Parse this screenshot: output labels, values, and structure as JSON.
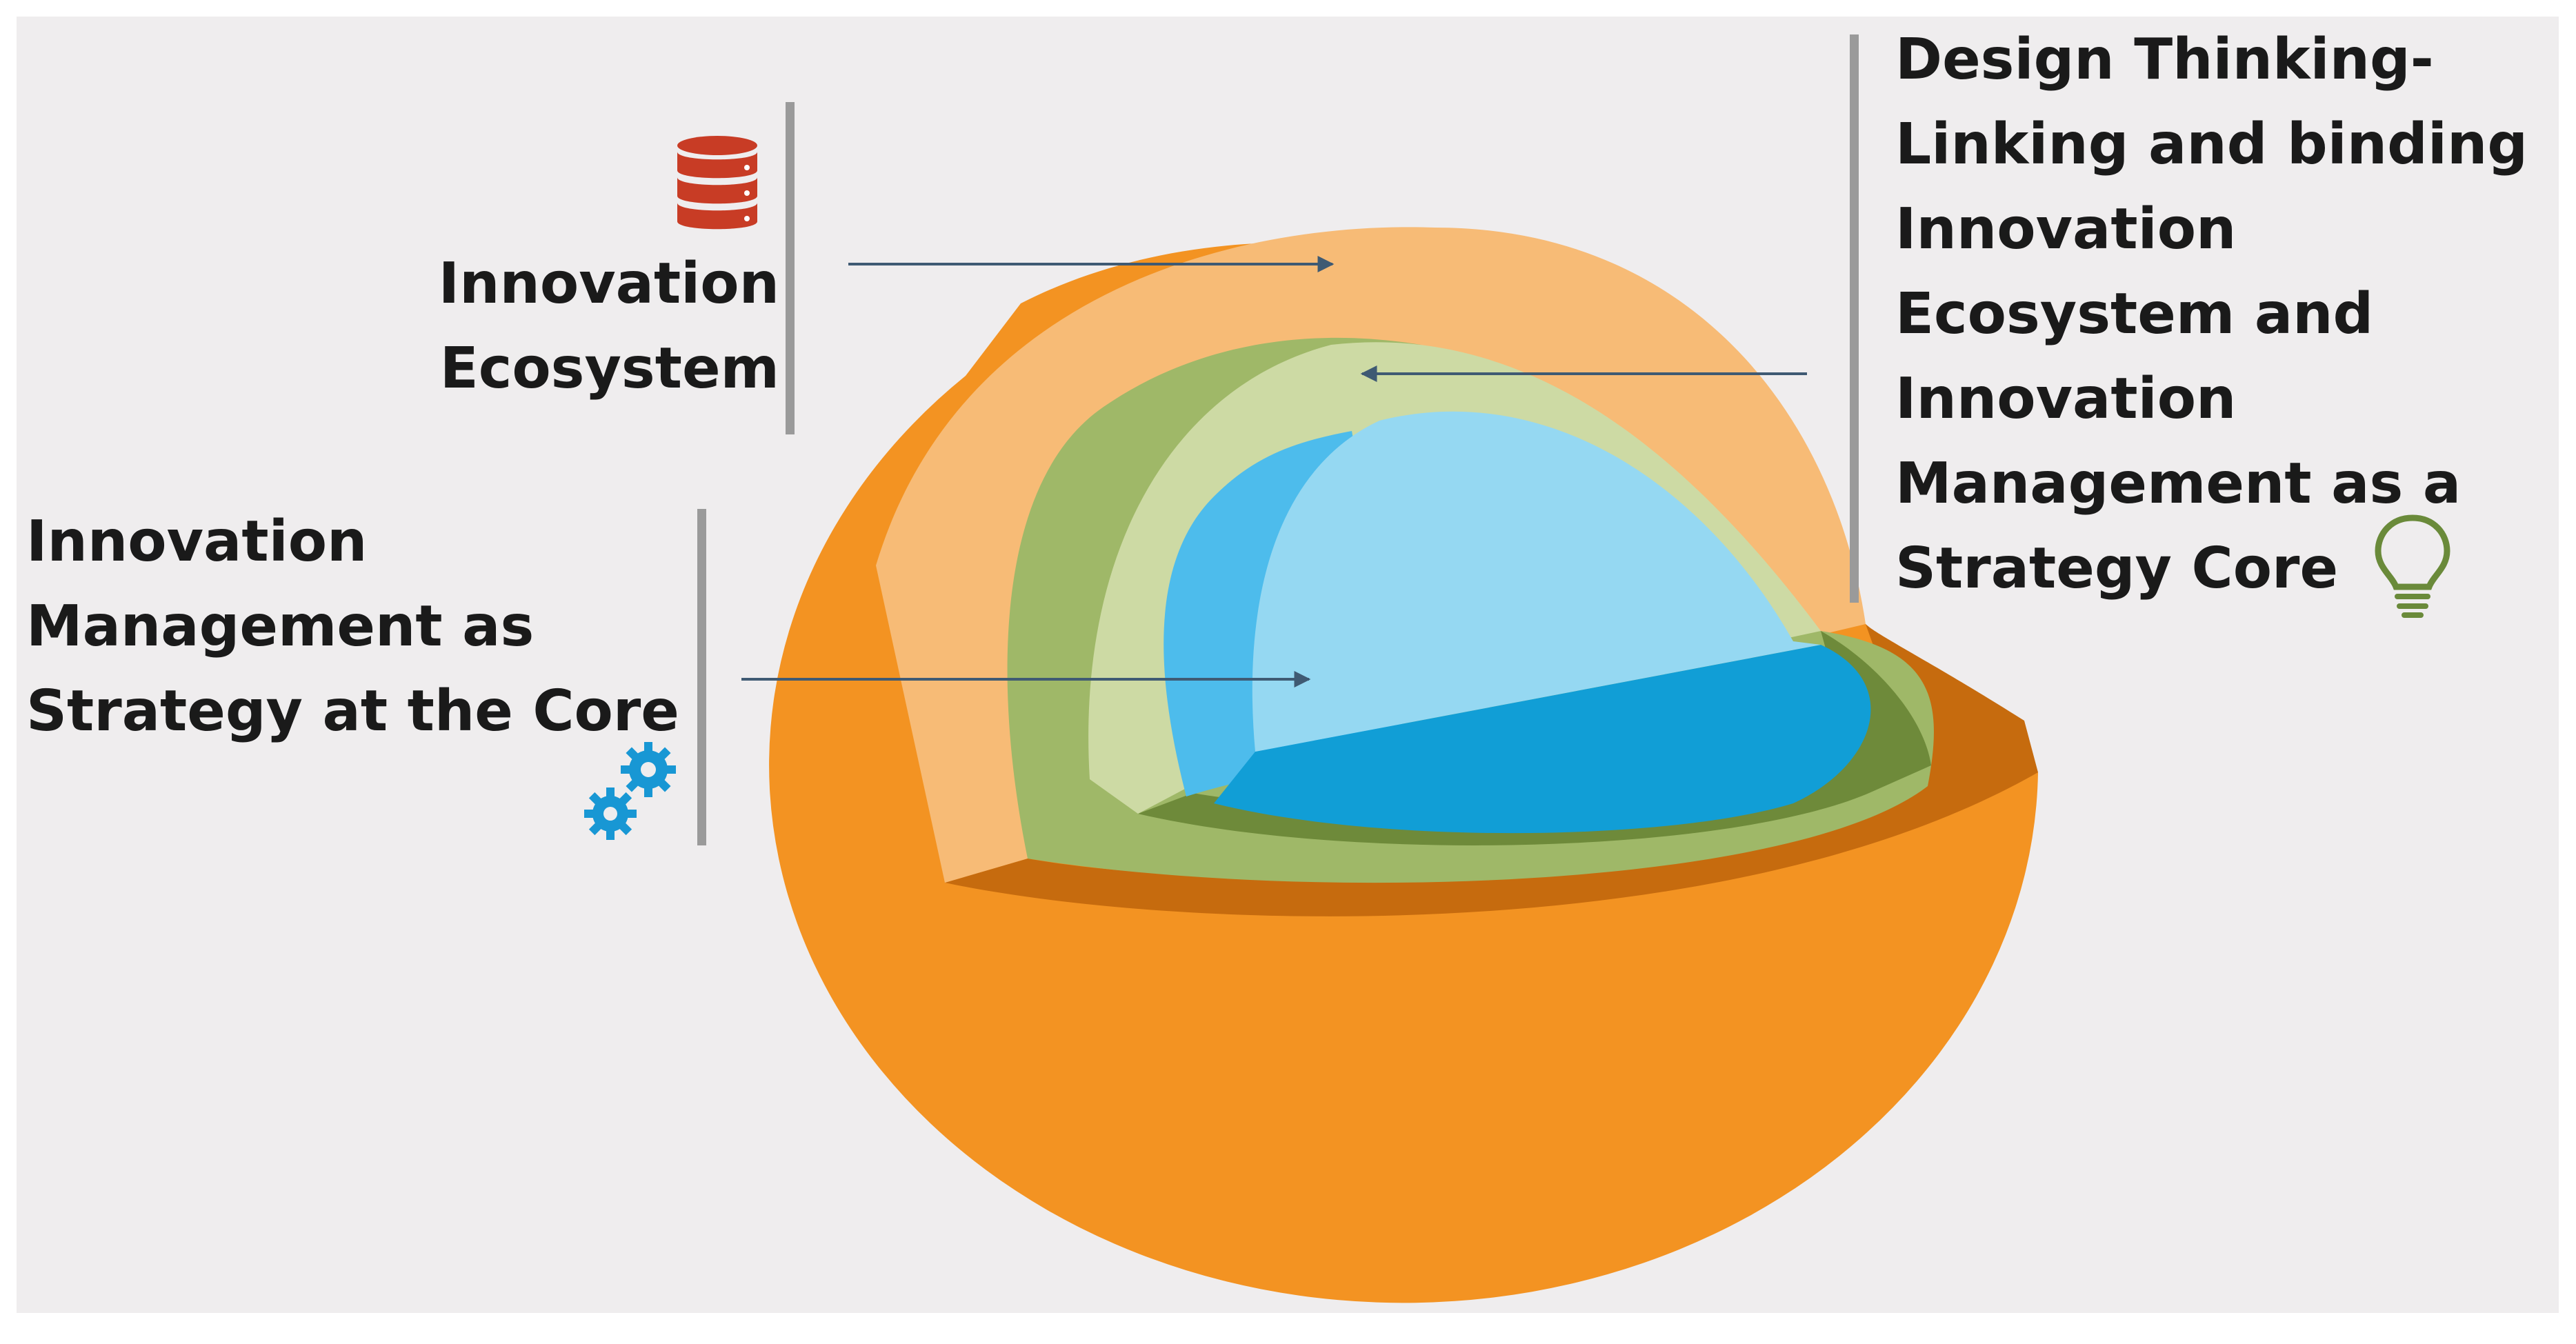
{
  "labels": {
    "innovation_ecosystem": "Innovation\nEcosystem",
    "strategy_core": "Innovation\nManagement as\nStrategy at the Core",
    "design_thinking": "Design Thinking-\nLinking and binding\nInnovation\nEcosystem and\nInnovation\nManagement as a\nStrategy Core"
  },
  "icons": {
    "ecosystem": "database-icon",
    "strategy": "gears-icon",
    "design": "lightbulb-icon"
  },
  "colors": {
    "background": "#efedee",
    "outer_layer": "#f39322",
    "outer_cut_face": "#f7bb76",
    "outer_rim": "#c66b0e",
    "middle_layer": "#9fb868",
    "middle_cut_face": "#cddaa4",
    "middle_rim": "#6e8a3a",
    "core_cut_face": "#95d8f2",
    "core_side": "#4dbcec",
    "core_top": "#119ed6",
    "database_icon": "#c83c25",
    "gears_icon": "#1897d4",
    "lightbulb_icon": "#6a8a3a",
    "arrow": "#3f5a73",
    "divider": "#9a9a9a"
  }
}
